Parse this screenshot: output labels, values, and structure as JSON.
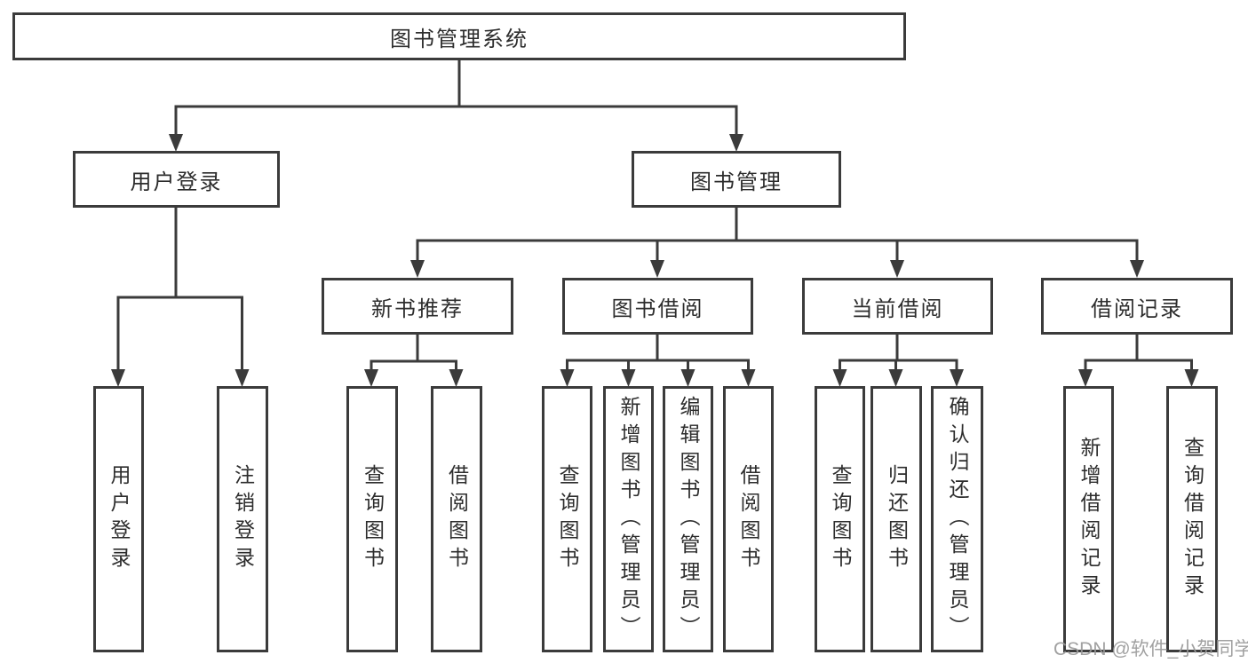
{
  "diagram": {
    "root": {
      "label": "图书管理系统"
    },
    "children": [
      {
        "label": "用户登录",
        "children": [
          {
            "label": "用户登录"
          },
          {
            "label": "注销登录"
          }
        ]
      },
      {
        "label": "图书管理",
        "children": [
          {
            "label": "新书推荐",
            "children": [
              {
                "label": "查询图书"
              },
              {
                "label": "借阅图书"
              }
            ]
          },
          {
            "label": "图书借阅",
            "children": [
              {
                "label": "查询图书"
              },
              {
                "label": "新增图书（管理员）"
              },
              {
                "label": "编辑图书（管理员）"
              },
              {
                "label": "借阅图书"
              }
            ]
          },
          {
            "label": "当前借阅",
            "children": [
              {
                "label": "查询图书"
              },
              {
                "label": "归还图书"
              },
              {
                "label": "确认归还（管理员）"
              }
            ]
          },
          {
            "label": "借阅记录",
            "children": [
              {
                "label": "新增借阅记录"
              },
              {
                "label": "查询借阅记录"
              }
            ]
          }
        ]
      }
    ]
  },
  "watermark": {
    "text": "CSDN @软件_小贺同学"
  },
  "colors": {
    "line": "#3b3b3b",
    "box_border": "#3b3b3b",
    "box_background": "#ffffff",
    "text": "#2d2d2d",
    "watermark": "#999999"
  }
}
